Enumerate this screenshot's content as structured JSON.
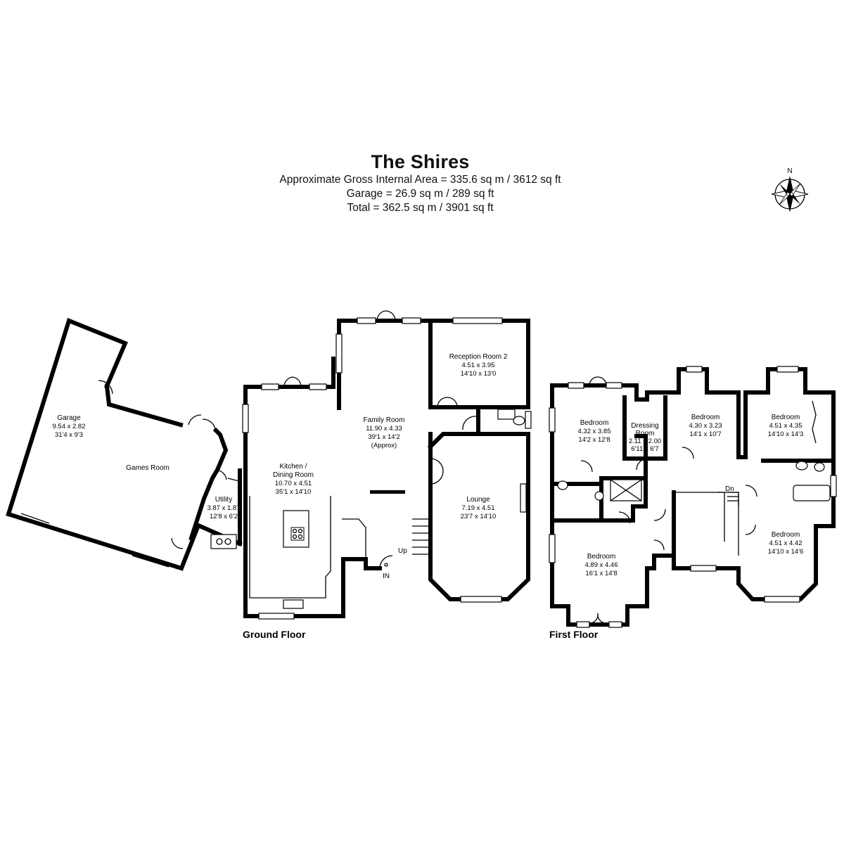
{
  "header": {
    "title": "The Shires",
    "area_lines": [
      "Approximate Gross Internal Area = 335.6 sq m / 3612 sq ft",
      "Garage = 26.9 sq m / 289 sq ft",
      "Total = 362.5 sq m / 3901 sq ft"
    ]
  },
  "compass": {
    "label": "N"
  },
  "floors": {
    "ground": {
      "label": "Ground Floor",
      "rooms": [
        {
          "name": "Garage",
          "dims": [
            "9.54 x 2.82",
            "31'4 x 9'3"
          ]
        },
        {
          "name": "Games Room",
          "dims": []
        },
        {
          "name": "Utility",
          "dims": [
            "3.87 x 1.87",
            "12'8 x 6'2"
          ]
        },
        {
          "name": "Kitchen /",
          "name2": "Dining Room",
          "dims": [
            "10.70 x 4.51",
            "35'1 x 14'10"
          ]
        },
        {
          "name": "Family Room",
          "dims": [
            "11.90 x 4.33",
            "39'1 x 14'2",
            "(Approx)"
          ]
        },
        {
          "name": "Reception Room 2",
          "dims": [
            "4.51 x 3.95",
            "14'10 x 13'0"
          ]
        },
        {
          "name": "Lounge",
          "dims": [
            "7.19 x 4.51",
            "23'7 x 14'10"
          ]
        }
      ],
      "markers": {
        "entrance": "IN",
        "stairs": "Up"
      }
    },
    "first": {
      "label": "First Floor",
      "rooms": [
        {
          "name": "Bedroom",
          "dims": [
            "4.32 x 3.85",
            "14'2 x 12'8"
          ]
        },
        {
          "name": "Dressing",
          "name2": "Room",
          "dims": [
            "2.11 x 2.00",
            "6'11 x 6'7"
          ]
        },
        {
          "name": "Bedroom",
          "dims": [
            "4.30 x 3.23",
            "14'1 x 10'7"
          ]
        },
        {
          "name": "Bedroom",
          "dims": [
            "4.51 x 4.35",
            "14'10 x 14'3"
          ]
        },
        {
          "name": "Bedroom",
          "dims": [
            "4.89 x 4.46",
            "16'1 x 14'8"
          ]
        },
        {
          "name": "Bedroom",
          "dims": [
            "4.51 x 4.42",
            "14'10 x 14'6"
          ]
        }
      ],
      "markers": {
        "stairs": "Dn"
      }
    }
  },
  "colors": {
    "wall": "#000000",
    "background": "#ffffff"
  },
  "icons": [
    "compass-rose-icon",
    "door-swing-icon",
    "window-icon",
    "hob-icon",
    "sink-icon",
    "toilet-icon",
    "bath-icon",
    "shower-icon",
    "staircase-icon"
  ]
}
